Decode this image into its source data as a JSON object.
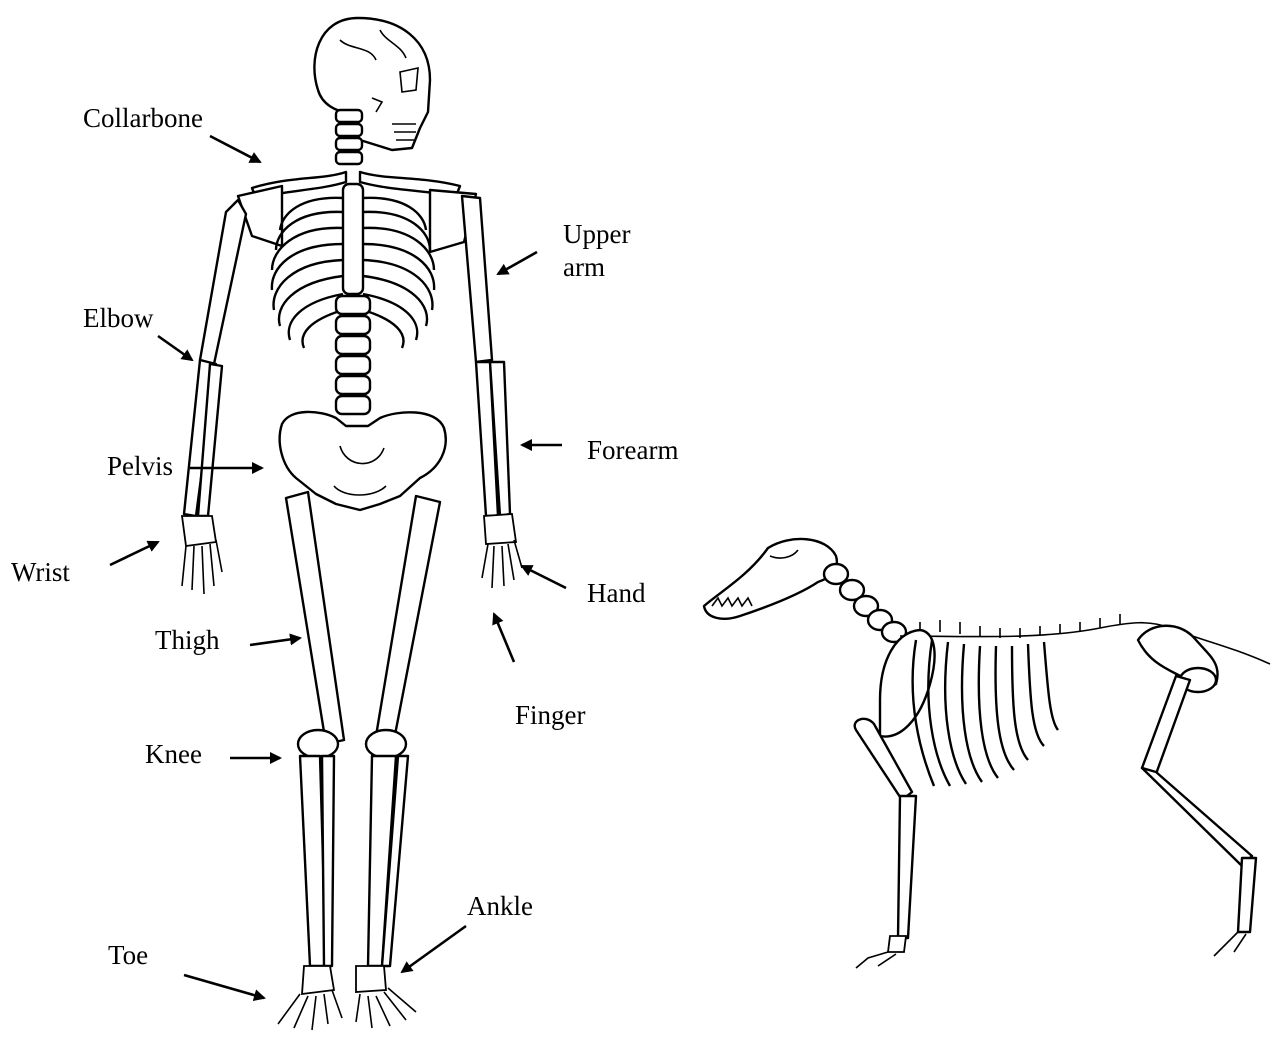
{
  "labels": {
    "collarbone": "Collarbone",
    "upper_arm_line1": "Upper",
    "upper_arm_line2": "arm",
    "elbow": "Elbow",
    "forearm": "Forearm",
    "pelvis": "Pelvis",
    "wrist": "Wrist",
    "hand": "Hand",
    "thigh": "Thigh",
    "finger": "Finger",
    "knee": "Knee",
    "ankle": "Ankle",
    "toe": "Toe"
  }
}
